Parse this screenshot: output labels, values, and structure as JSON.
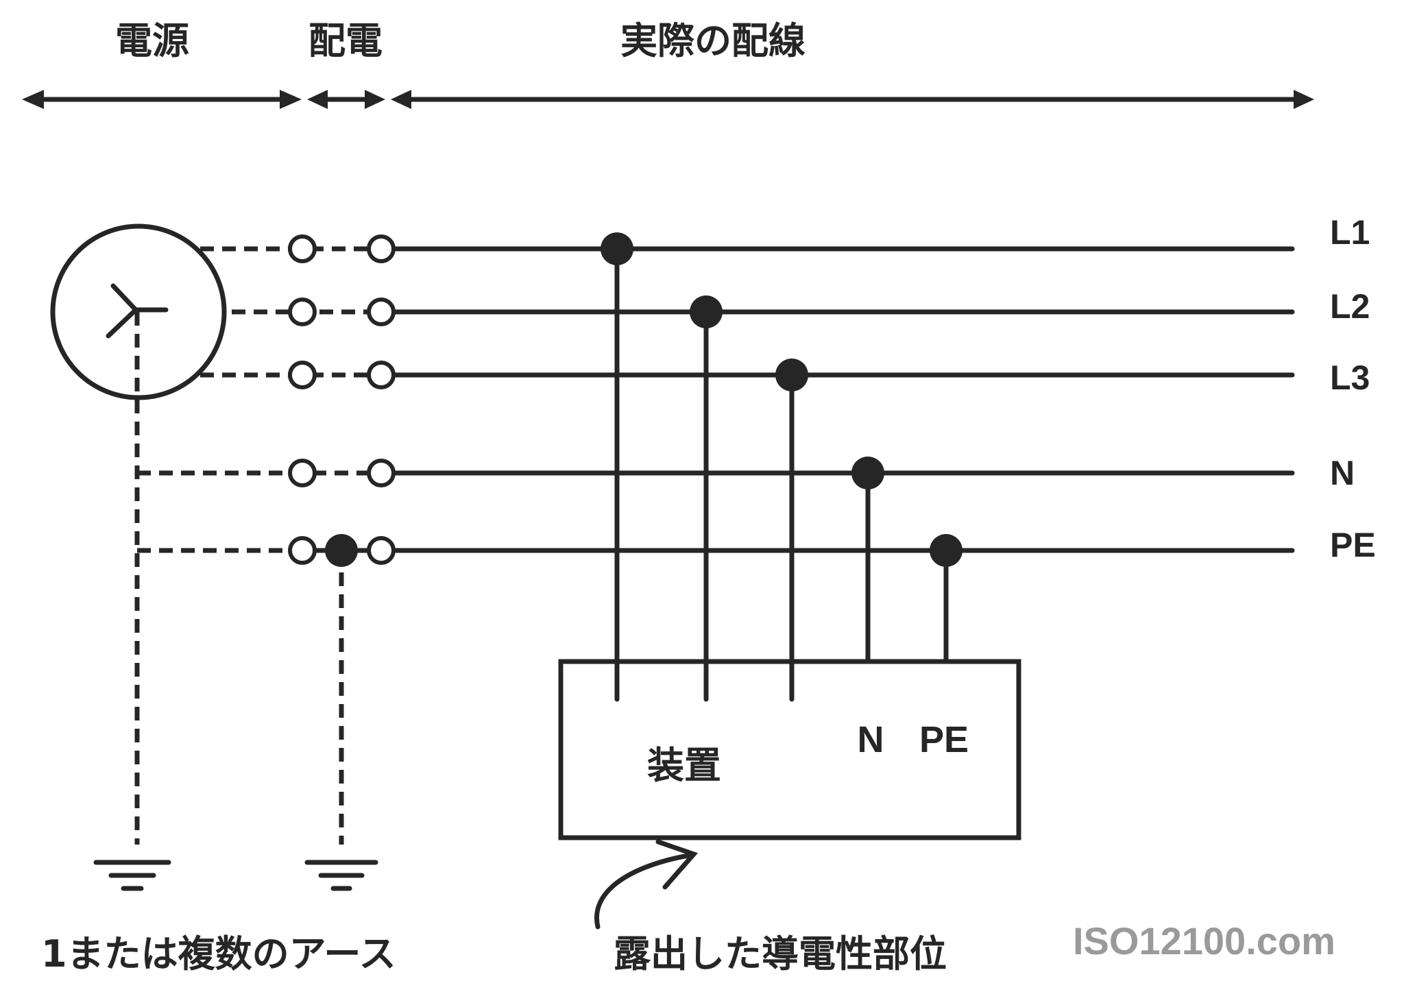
{
  "headers": {
    "source": "電源",
    "distribution": "配電",
    "installation": "実際の配線"
  },
  "lines": {
    "l1": "L1",
    "l2": "L2",
    "l3": "L3",
    "n": "N",
    "pe": "PE"
  },
  "device": {
    "label": "装置",
    "n": "N",
    "pe": "PE"
  },
  "footer": {
    "earths": "1または複数のアース",
    "exposed_parts": "露出した導電性部位"
  },
  "watermark": "ISO12100.com",
  "colors": {
    "stroke": "#262626",
    "watermark": "#9a9a9a",
    "background": "#ffffff"
  }
}
